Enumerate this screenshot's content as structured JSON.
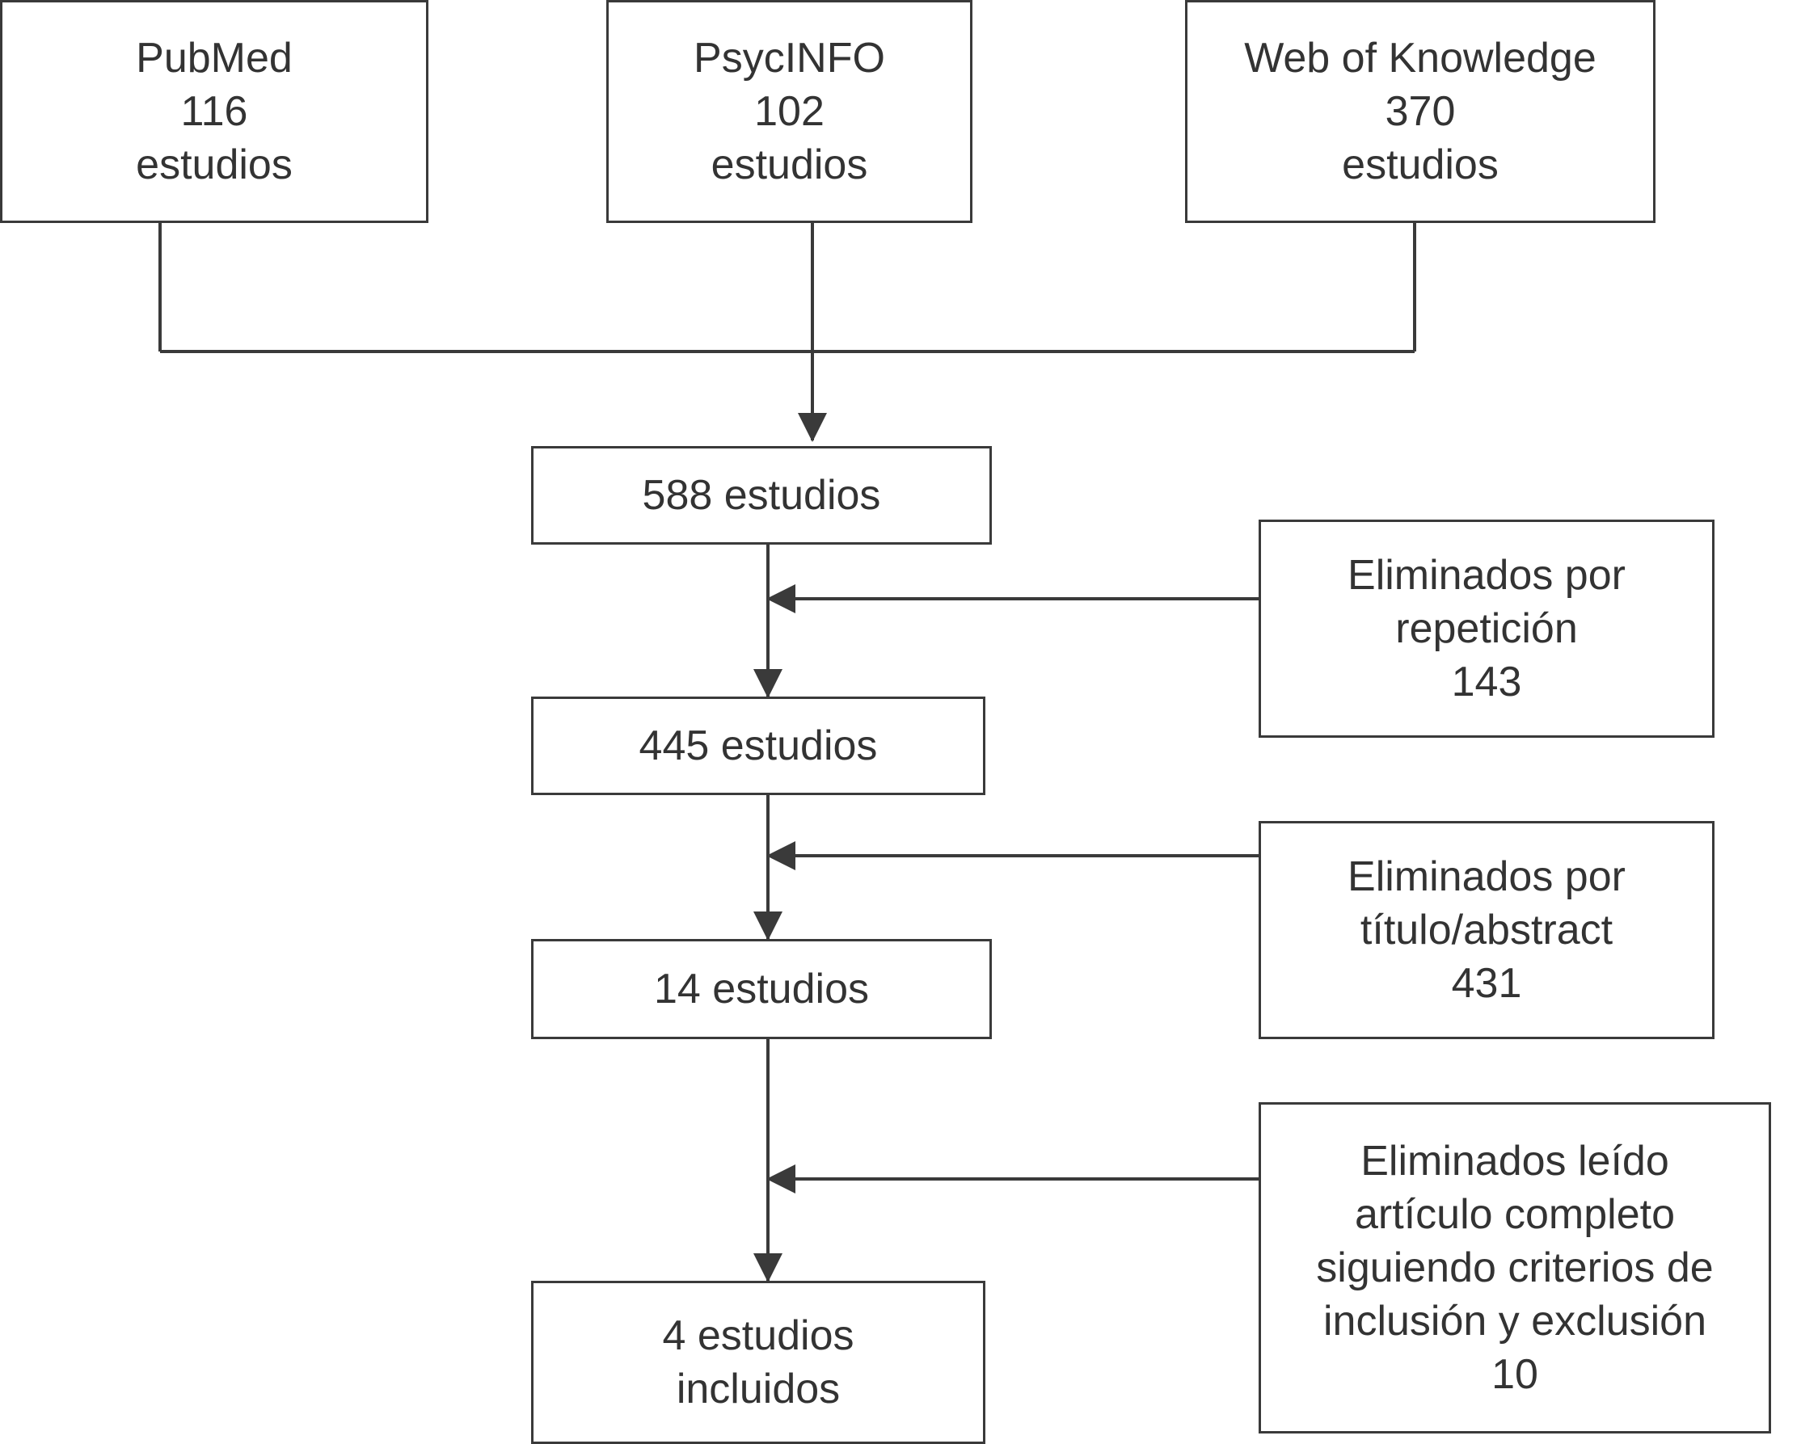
{
  "sources": [
    {
      "name": "PubMed",
      "count": "116",
      "unit": "estudios"
    },
    {
      "name": "PsycINFO",
      "count": "102",
      "unit": "estudios"
    },
    {
      "name": "Web of Knowledge",
      "count": "370",
      "unit": "estudios"
    }
  ],
  "flow": {
    "total": "588 estudios",
    "after_duplicates": "445 estudios",
    "after_screening": "14 estudios",
    "included_line1": "4 estudios",
    "included_line2": "incluidos"
  },
  "exclusions": {
    "repetition": {
      "line1": "Eliminados por",
      "line2": "repetición",
      "count": "143"
    },
    "title_abstract": {
      "line1": "Eliminados por",
      "line2": "título/abstract",
      "count": "431"
    },
    "full_text": {
      "line1": "Eliminados leído",
      "line2": "artículo completo",
      "line3": "siguiendo criterios de",
      "line4": "inclusión y exclusión",
      "count": "10"
    }
  },
  "colors": {
    "stroke": "#3a3a3a",
    "text": "#333333",
    "background": "#ffffff"
  }
}
